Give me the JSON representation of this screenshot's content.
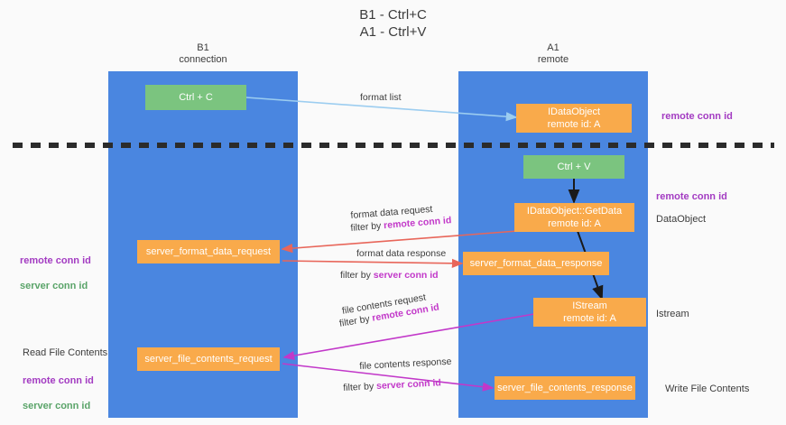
{
  "title": "B1 - Ctrl+C\nA1 - Ctrl+V",
  "lanes": [
    {
      "id": "b1",
      "name": "B1\nconnection"
    },
    {
      "id": "a1",
      "name": "A1\nremote"
    }
  ],
  "nodes": [
    {
      "id": "ctrl-c",
      "label": "Ctrl + C",
      "color": "green"
    },
    {
      "id": "idataobject",
      "label": "IDataObject\nremote id: A",
      "color": "orange"
    },
    {
      "id": "ctrl-v",
      "label": "Ctrl + V",
      "color": "green"
    },
    {
      "id": "getdata",
      "label": "IDataObject::GetData\nremote id: A",
      "color": "orange"
    },
    {
      "id": "server-format-data-request",
      "label": "server_format_data_request",
      "color": "orange"
    },
    {
      "id": "server-format-data-response",
      "label": "server_format_data_response",
      "color": "orange"
    },
    {
      "id": "istream",
      "label": "IStream\nremote id: A",
      "color": "orange"
    },
    {
      "id": "server-file-contents-request",
      "label": "server_file_contents_request",
      "color": "orange"
    },
    {
      "id": "server-file-contents-response",
      "label": "server_file_contents_response",
      "color": "orange"
    }
  ],
  "edge_labels": {
    "format_list": "format list",
    "format_data_request": "format data request",
    "format_data_request_filter_prefix": "filter by ",
    "format_data_request_filter_key": "remote conn id",
    "format_data_response": "format data response",
    "format_data_response_filter_prefix": "filter by ",
    "format_data_response_filter_key": "server conn id",
    "file_contents_request": "file contents request",
    "file_contents_request_filter_prefix": "filter by ",
    "file_contents_request_filter_key": "remote conn id",
    "file_contents_response": "file contents response",
    "file_contents_response_filter_prefix": "filter by ",
    "file_contents_response_filter_key": "server conn id"
  },
  "right_labels": {
    "remote_conn_id_top": "remote conn id",
    "remote_conn_id_mid": "remote conn id",
    "dataobject": "DataObject",
    "istream": "Istream",
    "write_file_contents": "Write File Contents"
  },
  "left_labels": {
    "remote_conn_id": "remote conn id",
    "server_conn_id": "server conn id",
    "read_file_contents": "Read File Contents",
    "remote_conn_id_2": "remote conn id",
    "server_conn_id_2": "server conn id"
  },
  "colors": {
    "lane": "#4a86e0",
    "green_node": "#7bc47f",
    "orange_node": "#f9aa4b",
    "purple": "#a33bc2",
    "green_text": "#5aa469",
    "magenta": "#c238c9",
    "red_arrow": "#e8665a",
    "blue_arrow": "#9ccdf0",
    "background": "#fafafa"
  }
}
